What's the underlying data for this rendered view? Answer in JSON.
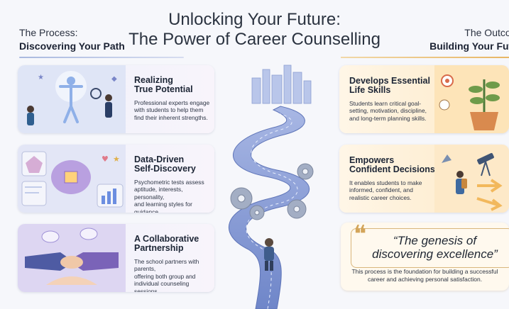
{
  "title": {
    "line1": "Unlocking Your Future:",
    "line2": "The Power of Career Counselling"
  },
  "left_section": {
    "label": "The Process:",
    "heading": "Discovering Your Path"
  },
  "right_section": {
    "label": "The Outcome:",
    "heading": "Building Your Future"
  },
  "left_cards": [
    {
      "title_line1": "Realizing",
      "title_line2": "True Potential",
      "body_lines": [
        "Professional experts engage",
        "with students to help them",
        "find their inherent strengths."
      ],
      "icon": "person-with-magnifier-icon"
    },
    {
      "title_line1": "Data-Driven",
      "title_line2": "Self-Discovery",
      "body_lines": [
        "Psychometric tests assess",
        "aptitude, interests, personality,",
        "and learning styles for guidance."
      ],
      "icon": "brain-chip-icon"
    },
    {
      "title_line1": "A Collaborative",
      "title_line2": "Partnership",
      "body_lines": [
        "The school partners with parents,",
        "offering both group and",
        "individual counseling sessions."
      ],
      "icon": "handshake-icon"
    }
  ],
  "right_cards": [
    {
      "title_line1": "Develops Essential",
      "title_line2": "Life Skills",
      "body_lines": [
        "Students learn critical goal-",
        "setting, motivation, discipline,",
        "and long-term planning skills."
      ],
      "icon": "growing-plant-icon"
    },
    {
      "title_line1": "Empowers",
      "title_line2": "Confident Decisions",
      "body_lines": [
        "It enables students to make",
        "informed, confident, and",
        "realistic career choices."
      ],
      "icon": "telescope-hiker-icon"
    }
  ],
  "quote": {
    "line1": "“The genesis of",
    "line2": "discovering excellence”",
    "sub_line1": "This process is the foundation for building a successful",
    "sub_line2": "career and achieving personal satisfaction."
  },
  "colors": {
    "left_accent": "#a9b9df",
    "right_accent": "#e8b664",
    "road": "#8fa3da",
    "gear": "#9aa6bd"
  }
}
